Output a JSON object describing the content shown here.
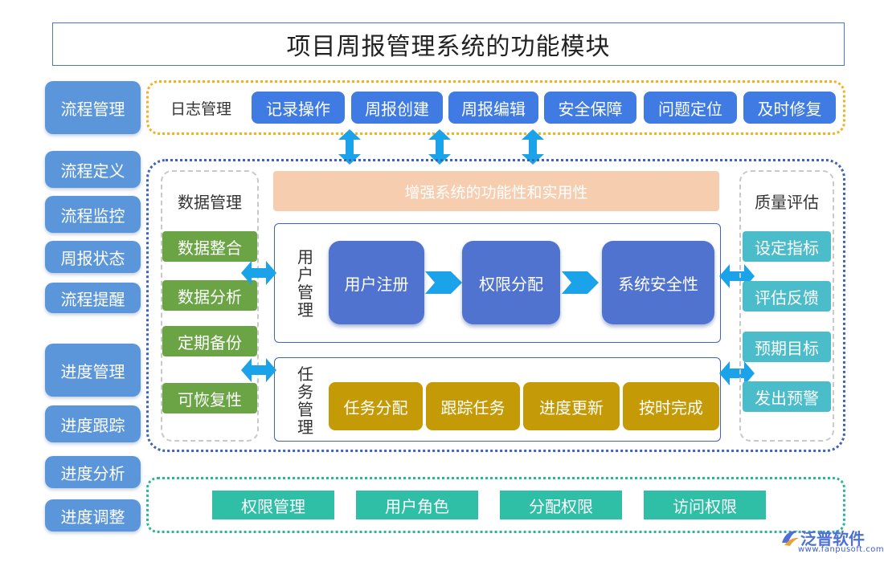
{
  "title": "项目周报管理系统的功能模块",
  "sidebar": {
    "items": [
      {
        "label": "流程管理"
      },
      {
        "label": "流程定义"
      },
      {
        "label": "流程监控"
      },
      {
        "label": "周报状态"
      },
      {
        "label": "流程提醒"
      },
      {
        "label": "进度管理"
      },
      {
        "label": "进度跟踪"
      },
      {
        "label": "进度分析"
      },
      {
        "label": "进度调整"
      }
    ]
  },
  "log_management": {
    "label": "日志管理",
    "items": [
      "记录操作",
      "周报创建",
      "周报编辑",
      "安全保障",
      "问题定位",
      "及时修复"
    ]
  },
  "data_management": {
    "title": "数据管理",
    "items": [
      "数据整合",
      "数据分析",
      "定期备份",
      "可恢复性"
    ]
  },
  "banner": "增强系统的功能性和实用性",
  "user_management": {
    "label": "用户管理",
    "chars": [
      "用",
      "户",
      "管",
      "理"
    ],
    "steps": [
      "用户注册",
      "权限分配",
      "系统安全性"
    ]
  },
  "task_management": {
    "label": "任务管理",
    "chars": [
      "任",
      "务",
      "管",
      "理"
    ],
    "items": [
      "任务分配",
      "跟踪任务",
      "进度更新",
      "按时完成"
    ]
  },
  "quality": {
    "title": "质量评估",
    "items": [
      "设定指标",
      "评估反馈",
      "预期目标",
      "发出预警"
    ]
  },
  "permissions": {
    "items": [
      "权限管理",
      "用户角色",
      "分配权限",
      "访问权限"
    ]
  },
  "logo": {
    "name": "泛普软件",
    "url": "www.fanpusoft.com"
  },
  "colors": {
    "sidebar": "#5b96db",
    "log_frame": "#f2b21a",
    "main_frame": "#3f63b8",
    "perm_frame": "#2bb69b",
    "log_buttons": "#3f7be3",
    "data_buttons": "#6aa444",
    "quality_buttons": "#4bbcc9",
    "banner": "#f7cdb0",
    "user_blocks": "#4f73cf",
    "task_buttons": "#c49a06",
    "perm_buttons": "#2fbea6",
    "arrows": "#1aa3e8"
  }
}
